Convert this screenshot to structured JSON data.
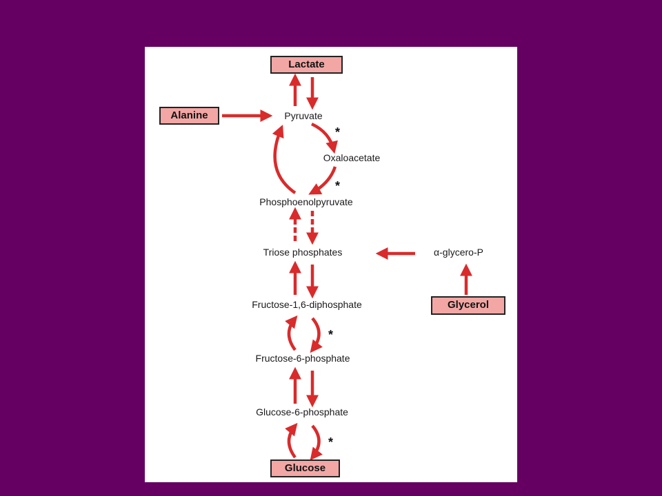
{
  "colors": {
    "background": "#650062",
    "panel": "#ffffff",
    "arrow": "#d92b2b",
    "box_fill": "#f2a7a5"
  },
  "boxes": {
    "lactate": "Lactate",
    "alanine": "Alanine",
    "glycerol": "Glycerol",
    "glucose": "Glucose"
  },
  "metabolites": {
    "pyruvate": "Pyruvate",
    "oxaloacetate": "Oxaloacetate",
    "phosphoenolpyruvate": "Phosphoenolpyruvate",
    "triose_phosphates": "Triose phosphates",
    "alpha_glycero_p": "α-glycero-P",
    "fructose_1_6_diphosphate": "Fructose-1,6-diphosphate",
    "fructose_6_phosphate": "Fructose-6-phosphate",
    "glucose_6_phosphate": "Glucose-6-phosphate"
  },
  "markers": {
    "asterisk": "*"
  }
}
